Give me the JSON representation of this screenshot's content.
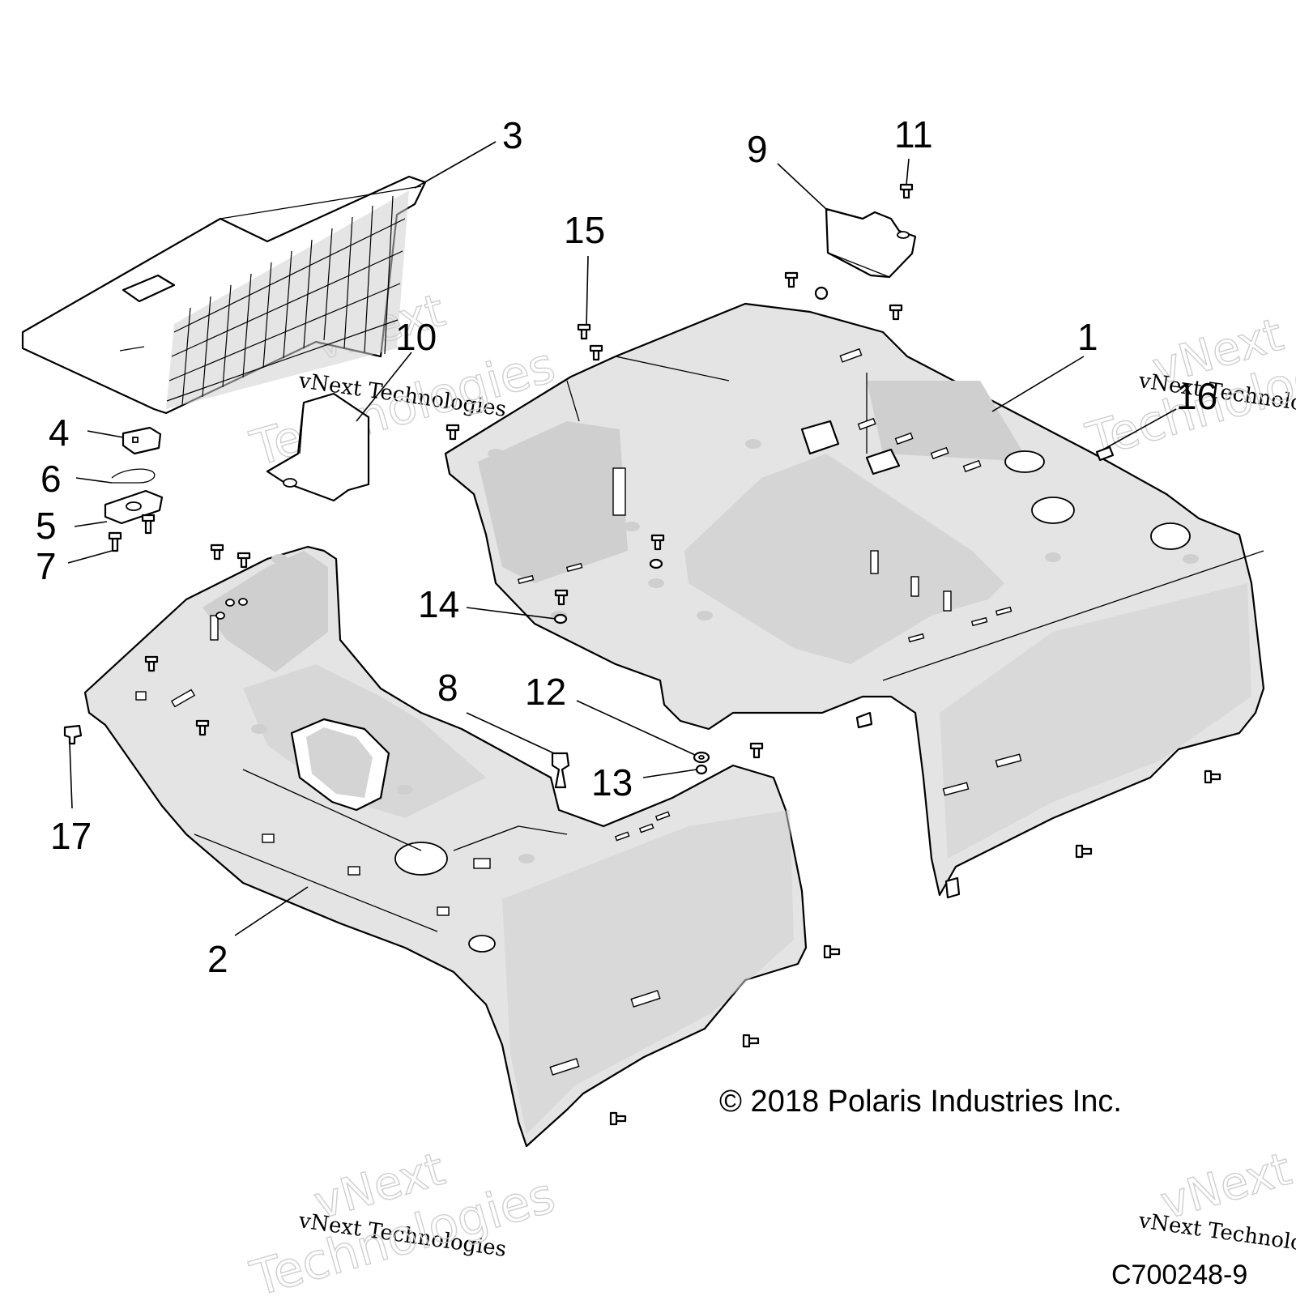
{
  "callouts": [
    {
      "id": "1",
      "label": "1"
    },
    {
      "id": "2",
      "label": "2"
    },
    {
      "id": "3",
      "label": "3"
    },
    {
      "id": "4",
      "label": "4"
    },
    {
      "id": "5",
      "label": "5"
    },
    {
      "id": "6",
      "label": "6"
    },
    {
      "id": "7",
      "label": "7"
    },
    {
      "id": "8",
      "label": "8"
    },
    {
      "id": "9",
      "label": "9"
    },
    {
      "id": "10",
      "label": "10"
    },
    {
      "id": "11",
      "label": "11"
    },
    {
      "id": "12",
      "label": "12"
    },
    {
      "id": "13",
      "label": "13"
    },
    {
      "id": "14",
      "label": "14"
    },
    {
      "id": "15",
      "label": "15"
    },
    {
      "id": "16",
      "label": "16"
    },
    {
      "id": "17",
      "label": "17"
    }
  ],
  "watermark": {
    "brand": "vNext",
    "line": "vNext Technologies",
    "word": "Technologies"
  },
  "copyright": "© 2018 Polaris Industries Inc.",
  "figure_id": "C700248-9"
}
